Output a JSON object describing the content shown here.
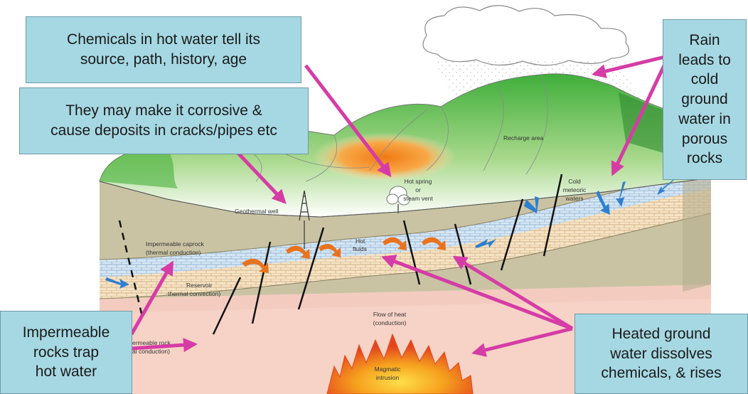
{
  "callouts": {
    "chemicals": "Chemicals in hot water tell its\nsource, path, history, age",
    "corrosive": "They may make it corrosive &\ncause deposits in cracks/pipes etc",
    "rain": "Rain\nleads to\ncold\nground\nwater in\nporous\nrocks",
    "impermeable": "Impermeable\nrocks trap\nhot water",
    "heated": "Heated ground\nwater dissolves\nchemicals, & rises"
  },
  "labels": {
    "recharge": "Recharge area",
    "hot_spring_1": "Hot spring",
    "hot_spring_2": "or",
    "hot_spring_3": "steam vent",
    "geothermal_well": "Geothermal well",
    "caprock_1": "Impermeable caprock",
    "caprock_2": "(thermal conduction)",
    "hot_fluids_1": "Hot",
    "hot_fluids_2": "fluids",
    "cold_waters_1": "Cold",
    "cold_waters_2": "meteoric",
    "cold_waters_3": "waters",
    "reservoir_1": "Reservoir",
    "reservoir_2": "thermal convection)",
    "lower_rock_1": "ermeable rock",
    "lower_rock_2": "al conduction)",
    "flow_heat_1": "Flow of heat",
    "flow_heat_2": "(conduction)",
    "magmatic_1": "Magmatic",
    "magmatic_2": "intrusion"
  },
  "colors": {
    "callout_fill": "#a6d8e3",
    "arrow": "#d63ca6",
    "hot_arrow": "#e8731e",
    "cold_arrow": "#2d7fd1"
  }
}
